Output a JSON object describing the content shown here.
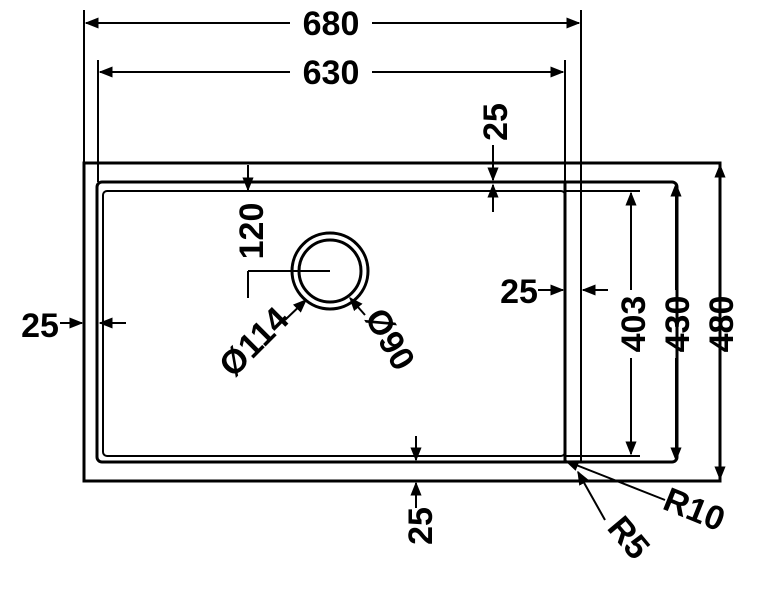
{
  "dimensions": {
    "overall_width": "680",
    "inner_width": "630",
    "top_rim": "25",
    "drain_offset": "120",
    "right_rim": "25",
    "left_rim": "25",
    "bottom_rim": "25",
    "inner_depth": "403",
    "bowl_depth": "430",
    "overall_depth": "480",
    "drain_outer_diameter": "Ø114",
    "drain_inner_diameter": "Ø90",
    "outer_radius": "R10",
    "inner_radius": "R5"
  },
  "colors": {
    "line": "#000000",
    "background": "#ffffff"
  }
}
